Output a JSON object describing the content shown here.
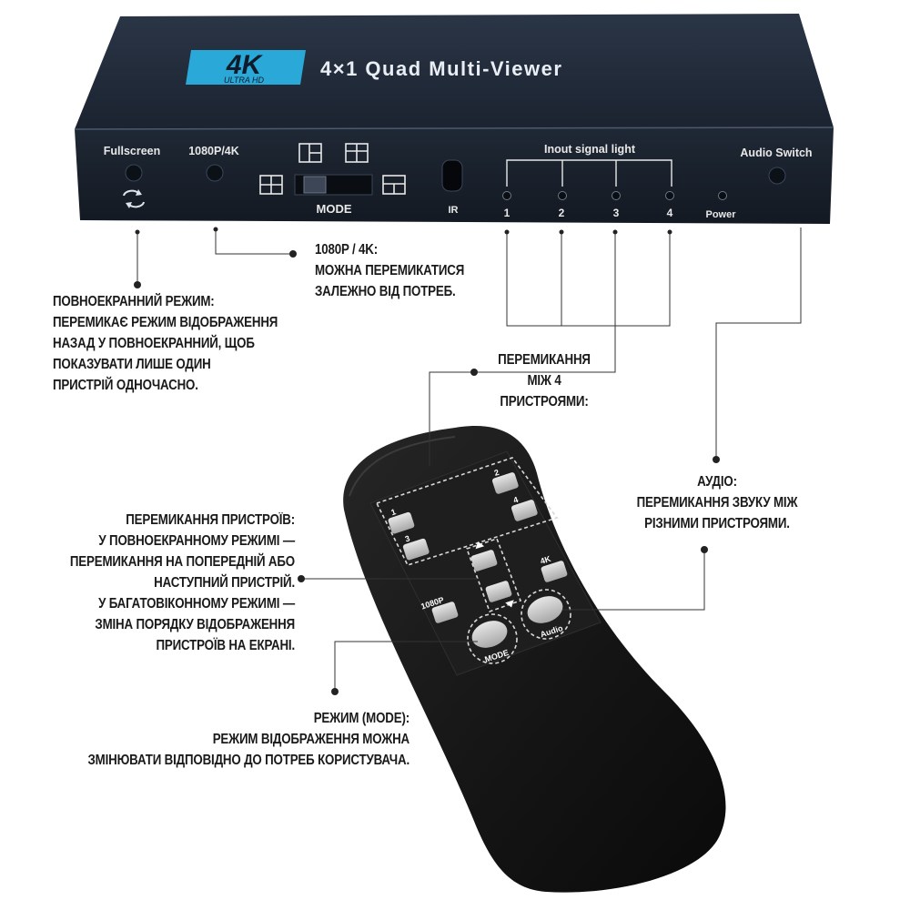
{
  "device": {
    "badge_main": "4K",
    "badge_sub": "ULTRA HD",
    "title": "4×1 Quad Multi-Viewer",
    "labels": {
      "fullscreen": "Fullscreen",
      "res": "1080P/4K",
      "mode": "MODE",
      "ir": "IR",
      "signal": "Inout signal light",
      "audio": "Audio Switch",
      "power": "Power",
      "ch1": "1",
      "ch2": "2",
      "ch3": "3",
      "ch4": "4"
    }
  },
  "remote": {
    "k1": "1",
    "k2": "2",
    "k3": "3",
    "k4": "4",
    "k4k": "4K",
    "k1080": "1080P",
    "mode": "MODE",
    "audio": "Audio"
  },
  "notes": {
    "res": [
      "1080P / 4K:",
      "МОЖНА ПЕРЕМИКАТИСЯ",
      "ЗАЛЕЖНО ВІД ПОТРЕБ."
    ],
    "fullscreen": [
      "ПОВНОЕКРАННИЙ РЕЖИМ:",
      "ПЕРЕМИКАЄ РЕЖИМ ВІДОБРАЖЕННЯ",
      "НАЗАД У ПОВНОЕКРАННИЙ, ЩОБ",
      "ПОКАЗУВАТИ ЛИШЕ ОДИН",
      "ПРИСТРІЙ ОДНОЧАСНО."
    ],
    "switch4": [
      "ПЕРЕМИКАННЯ",
      "МІЖ 4",
      "ПРИСТРОЯМИ:"
    ],
    "audio": [
      "АУДІО:",
      "ПЕРЕМИКАННЯ ЗВУКУ МІЖ",
      "РІЗНИМИ ПРИСТРОЯМИ."
    ],
    "devices": [
      "ПЕРЕМИКАННЯ ПРИСТРОЇВ:",
      "У ПОВНОЕКРАННОМУ РЕЖИМІ —",
      "ПЕРЕМИКАННЯ НА ПОПЕРЕДНІЙ АБО",
      "НАСТУПНИЙ ПРИСТРІЙ.",
      "У БАГАТОВІКОННОМУ РЕЖИМІ —",
      "ЗМІНА ПОРЯДКУ ВІДОБРАЖЕННЯ",
      "ПРИСТРОЇВ НА ЕКРАНІ."
    ],
    "mode": [
      "РЕЖИМ (MODE):",
      "РЕЖИМ ВІДОБРАЖЕННЯ МОЖНА",
      "ЗМІНЮВАТИ ВІДПОВІДНО ДО ПОТРЕБ КОРИСТУВАЧА."
    ]
  }
}
